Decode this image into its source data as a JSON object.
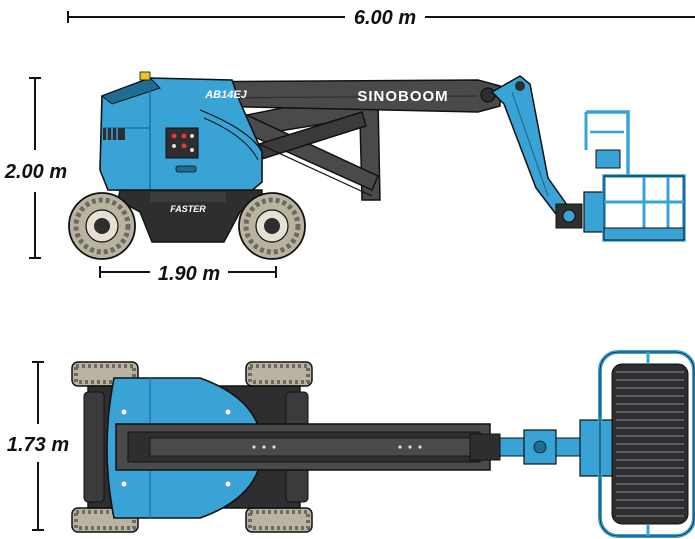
{
  "dimensions": {
    "length": "6.00 m",
    "height": "2.00 m",
    "wheelbase": "1.90 m",
    "width": "1.73 m"
  },
  "decals": {
    "model": "AB14EJ",
    "brand": "SINOBOOM",
    "chassis": "FASTER"
  },
  "colors": {
    "body": "#3aa3d6",
    "body_dark": "#1f6d93",
    "boom": "#4a4a4c",
    "boom_dark": "#2e2e30",
    "tire": "#b9b3a2",
    "tire_tread": "#6f6a5f",
    "line": "#111111"
  },
  "views": {
    "side": {
      "icon": "boom-lift-side-view"
    },
    "top": {
      "icon": "boom-lift-top-view"
    }
  }
}
